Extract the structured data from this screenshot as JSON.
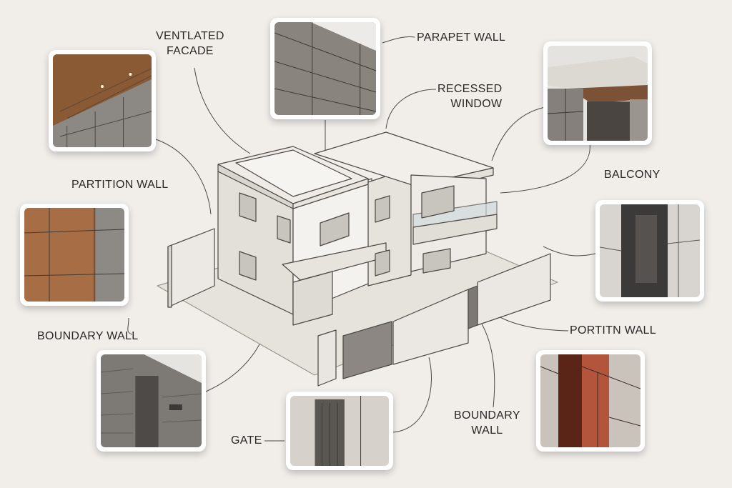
{
  "labels": {
    "ventilated_facade": [
      "VENTLATED",
      "FACADE"
    ],
    "parapet_wall": "PARAPET WALL",
    "recessed_window": [
      "RECESSED",
      "WINDOW"
    ],
    "partition_wall": "PARTITION WALL",
    "balcony": "BALCONY",
    "boundary_wall_left": "BOUNDARY WALL",
    "portitn_wall": "PORTITN WALL",
    "gate": "GATE",
    "boundary_wall_bottom": [
      "BOUNDARY",
      "WALL"
    ]
  },
  "colors": {
    "background": "#f1eeea",
    "ink": "#2a2826",
    "panel_grey": "#8d8781",
    "wood": "#8a5a34",
    "terracotta": "#b3553c",
    "dark_red": "#5a2416"
  }
}
